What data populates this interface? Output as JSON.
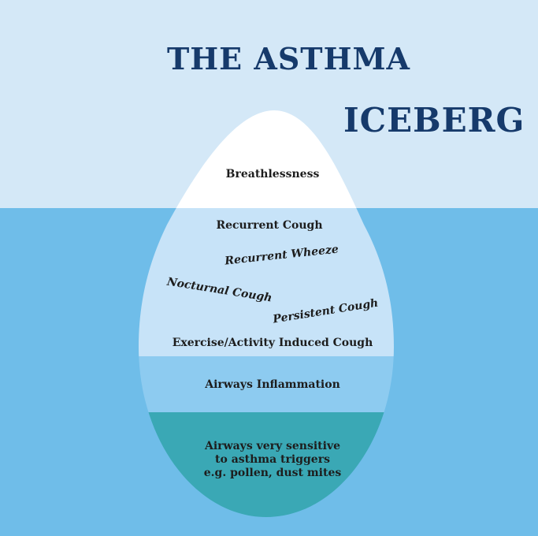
{
  "title": {
    "line1": "THE ASTHMA",
    "line2": "ICEBERG"
  },
  "layers": {
    "tip": {
      "label": "Breathlessness",
      "color": "#ffffff"
    },
    "symptoms": {
      "color": "#c7e3f8",
      "items": [
        "Recurrent Cough",
        "Recurrent Wheeze",
        "Nocturnal Cough",
        "Persistent Cough",
        "Exercise/Activity Induced Cough"
      ]
    },
    "inflammation": {
      "label": "Airways Inflammation",
      "color": "#8dcbf0"
    },
    "base": {
      "lines": [
        "Airways very sensitive",
        "to asthma triggers",
        "e.g. pollen, dust mites"
      ],
      "color": "#3aa8b5"
    }
  },
  "colors": {
    "sky": "#d4e8f7",
    "water": "#6fbde9",
    "title": "#163a6b"
  }
}
